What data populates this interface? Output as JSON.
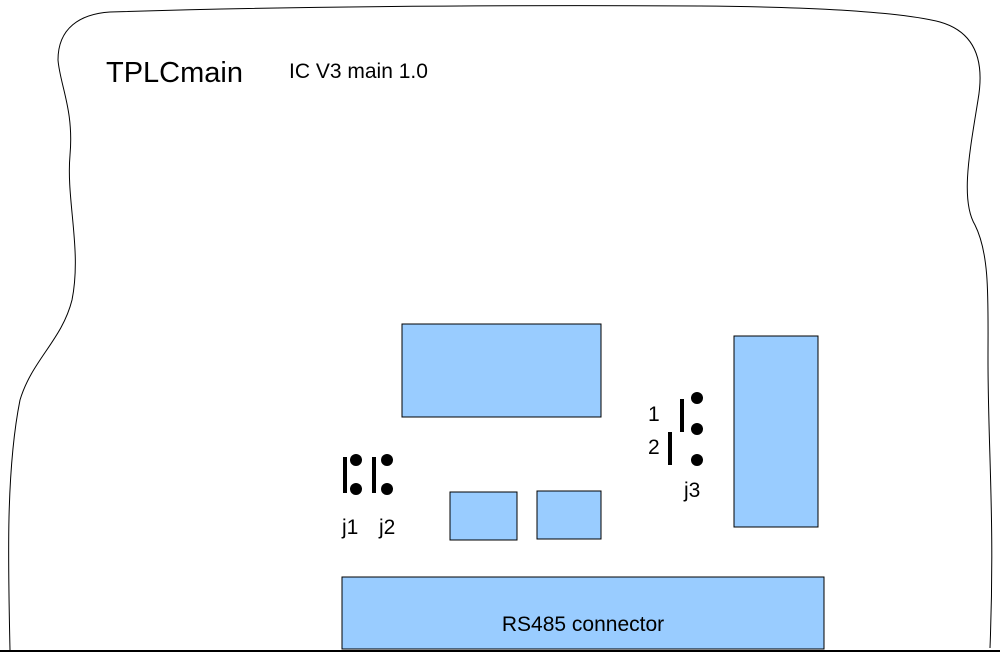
{
  "board": {
    "name": "TPLCmain",
    "version": "IC V3 main 1.0"
  },
  "jumpers": {
    "j1_label": "j1",
    "j2_label": "j2",
    "j3_label": "j3",
    "j3_pos1": "1",
    "j3_pos2": "2"
  },
  "connector": {
    "label": "RS485 connector"
  },
  "colors": {
    "component_fill": "#99ccff",
    "outline": "#000000",
    "background": "#ffffff"
  }
}
